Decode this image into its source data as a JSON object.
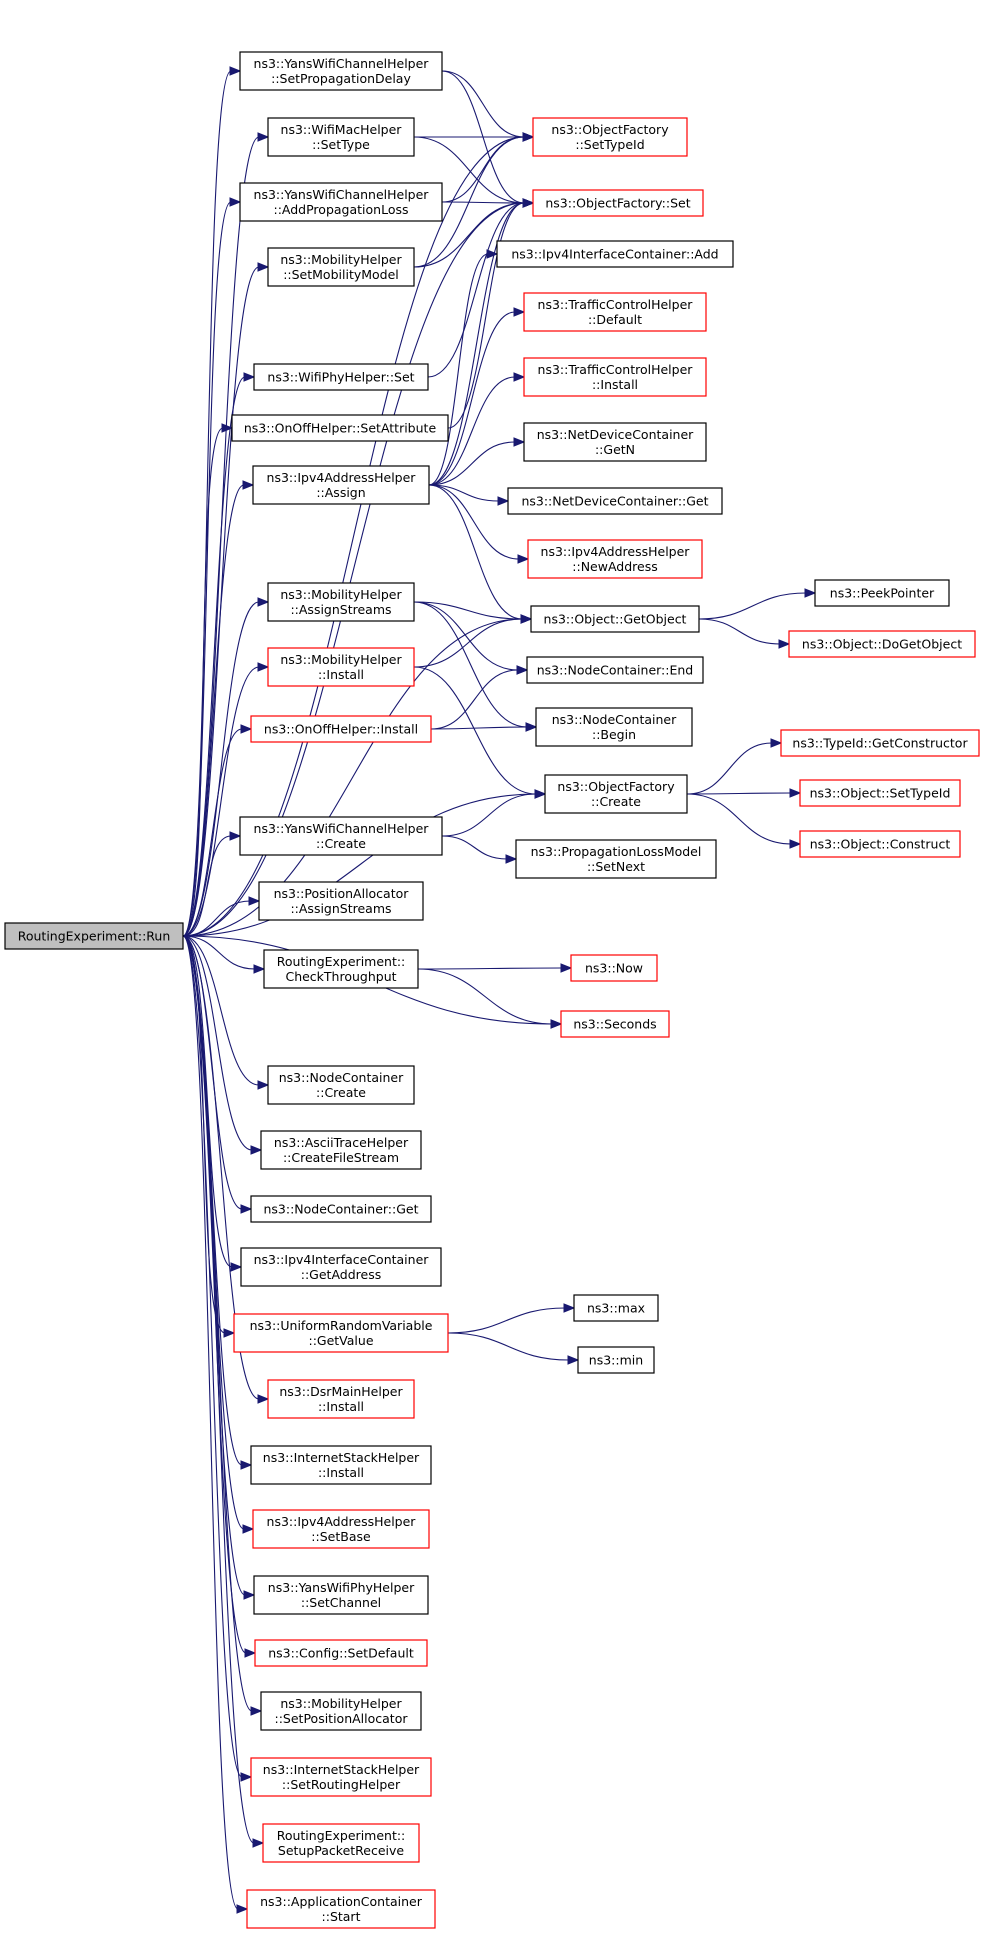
{
  "diagram": {
    "nodes": [
      {
        "id": "root",
        "lines": [
          "RoutingExperiment::Run"
        ],
        "style": "root"
      },
      {
        "id": "yans_spd",
        "lines": [
          "ns3::YansWifiChannelHelper",
          "::SetPropagationDelay"
        ],
        "style": "black"
      },
      {
        "id": "wifimac",
        "lines": [
          "ns3::WifiMacHelper",
          "::SetType"
        ],
        "style": "black"
      },
      {
        "id": "yans_apl",
        "lines": [
          "ns3::YansWifiChannelHelper",
          "::AddPropagationLoss"
        ],
        "style": "black"
      },
      {
        "id": "mob_smm",
        "lines": [
          "ns3::MobilityHelper",
          "::SetMobilityModel"
        ],
        "style": "black"
      },
      {
        "id": "wifiphy_set",
        "lines": [
          "ns3::WifiPhyHelper::Set"
        ],
        "style": "black"
      },
      {
        "id": "onoff_sa",
        "lines": [
          "ns3::OnOffHelper::SetAttribute"
        ],
        "style": "black"
      },
      {
        "id": "ipv4ah_assign",
        "lines": [
          "ns3::Ipv4AddressHelper",
          "::Assign"
        ],
        "style": "black"
      },
      {
        "id": "mob_as",
        "lines": [
          "ns3::MobilityHelper",
          "::AssignStreams"
        ],
        "style": "black"
      },
      {
        "id": "mob_install",
        "lines": [
          "ns3::MobilityHelper",
          "::Install"
        ],
        "style": "red"
      },
      {
        "id": "onoff_install",
        "lines": [
          "ns3::OnOffHelper::Install"
        ],
        "style": "red"
      },
      {
        "id": "yans_create",
        "lines": [
          "ns3::YansWifiChannelHelper",
          "::Create"
        ],
        "style": "black"
      },
      {
        "id": "posalloc",
        "lines": [
          "ns3::PositionAllocator",
          "::AssignStreams"
        ],
        "style": "black"
      },
      {
        "id": "checkthr",
        "lines": [
          "RoutingExperiment::",
          "CheckThroughput"
        ],
        "style": "black"
      },
      {
        "id": "nc_create",
        "lines": [
          "ns3::NodeContainer",
          "::Create"
        ],
        "style": "black"
      },
      {
        "id": "ascii",
        "lines": [
          "ns3::AsciiTraceHelper",
          "::CreateFileStream"
        ],
        "style": "black"
      },
      {
        "id": "nc_get",
        "lines": [
          "ns3::NodeContainer::Get"
        ],
        "style": "black"
      },
      {
        "id": "ipv4ic_ga",
        "lines": [
          "ns3::Ipv4InterfaceContainer",
          "::GetAddress"
        ],
        "style": "black"
      },
      {
        "id": "urv",
        "lines": [
          "ns3::UniformRandomVariable",
          "::GetValue"
        ],
        "style": "red"
      },
      {
        "id": "dsr",
        "lines": [
          "ns3::DsrMainHelper",
          "::Install"
        ],
        "style": "red"
      },
      {
        "id": "ish_install",
        "lines": [
          "ns3::InternetStackHelper",
          "::Install"
        ],
        "style": "black"
      },
      {
        "id": "ipv4ah_sb",
        "lines": [
          "ns3::Ipv4AddressHelper",
          "::SetBase"
        ],
        "style": "red"
      },
      {
        "id": "yansphy_sc",
        "lines": [
          "ns3::YansWifiPhyHelper",
          "::SetChannel"
        ],
        "style": "black"
      },
      {
        "id": "config_sd",
        "lines": [
          "ns3::Config::SetDefault"
        ],
        "style": "red"
      },
      {
        "id": "mob_spa",
        "lines": [
          "ns3::MobilityHelper",
          "::SetPositionAllocator"
        ],
        "style": "black"
      },
      {
        "id": "ish_srh",
        "lines": [
          "ns3::InternetStackHelper",
          "::SetRoutingHelper"
        ],
        "style": "red"
      },
      {
        "id": "setup_pr",
        "lines": [
          "RoutingExperiment::",
          "SetupPacketReceive"
        ],
        "style": "red"
      },
      {
        "id": "appc_start",
        "lines": [
          "ns3::ApplicationContainer",
          "::Start"
        ],
        "style": "red"
      },
      {
        "id": "of_settypeid",
        "lines": [
          "ns3::ObjectFactory",
          "::SetTypeId"
        ],
        "style": "red"
      },
      {
        "id": "of_set",
        "lines": [
          "ns3::ObjectFactory::Set"
        ],
        "style": "red"
      },
      {
        "id": "ipv4ic_add",
        "lines": [
          "ns3::Ipv4InterfaceContainer::Add"
        ],
        "style": "black"
      },
      {
        "id": "tch_default",
        "lines": [
          "ns3::TrafficControlHelper",
          "::Default"
        ],
        "style": "red"
      },
      {
        "id": "tch_install",
        "lines": [
          "ns3::TrafficControlHelper",
          "::Install"
        ],
        "style": "red"
      },
      {
        "id": "ndc_getn",
        "lines": [
          "ns3::NetDeviceContainer",
          "::GetN"
        ],
        "style": "black"
      },
      {
        "id": "ndc_get",
        "lines": [
          "ns3::NetDeviceContainer::Get"
        ],
        "style": "black"
      },
      {
        "id": "ipv4ah_na",
        "lines": [
          "ns3::Ipv4AddressHelper",
          "::NewAddress"
        ],
        "style": "red"
      },
      {
        "id": "obj_getobject",
        "lines": [
          "ns3::Object::GetObject"
        ],
        "style": "black"
      },
      {
        "id": "nc_end",
        "lines": [
          "ns3::NodeContainer::End"
        ],
        "style": "black"
      },
      {
        "id": "nc_begin",
        "lines": [
          "ns3::NodeContainer",
          "::Begin"
        ],
        "style": "black"
      },
      {
        "id": "of_create",
        "lines": [
          "ns3::ObjectFactory",
          "::Create"
        ],
        "style": "black"
      },
      {
        "id": "plm_setnext",
        "lines": [
          "ns3::PropagationLossModel",
          "::SetNext"
        ],
        "style": "black"
      },
      {
        "id": "now",
        "lines": [
          "ns3::Now"
        ],
        "style": "red"
      },
      {
        "id": "seconds",
        "lines": [
          "ns3::Seconds"
        ],
        "style": "red"
      },
      {
        "id": "max",
        "lines": [
          "ns3::max"
        ],
        "style": "black"
      },
      {
        "id": "min",
        "lines": [
          "ns3::min"
        ],
        "style": "black"
      },
      {
        "id": "peekpointer",
        "lines": [
          "ns3::PeekPointer"
        ],
        "style": "black"
      },
      {
        "id": "obj_dogetobject",
        "lines": [
          "ns3::Object::DoGetObject"
        ],
        "style": "red"
      },
      {
        "id": "typeid_gc",
        "lines": [
          "ns3::TypeId::GetConstructor"
        ],
        "style": "red"
      },
      {
        "id": "obj_settypeid",
        "lines": [
          "ns3::Object::SetTypeId"
        ],
        "style": "red"
      },
      {
        "id": "obj_construct",
        "lines": [
          "ns3::Object::Construct"
        ],
        "style": "red"
      }
    ],
    "edges": [
      [
        "root",
        "yans_spd"
      ],
      [
        "root",
        "wifimac"
      ],
      [
        "root",
        "yans_apl"
      ],
      [
        "root",
        "mob_smm"
      ],
      [
        "root",
        "wifiphy_set"
      ],
      [
        "root",
        "onoff_sa"
      ],
      [
        "root",
        "ipv4ah_assign"
      ],
      [
        "root",
        "mob_as"
      ],
      [
        "root",
        "mob_install"
      ],
      [
        "root",
        "onoff_install"
      ],
      [
        "root",
        "yans_create"
      ],
      [
        "root",
        "posalloc"
      ],
      [
        "root",
        "checkthr"
      ],
      [
        "root",
        "nc_create"
      ],
      [
        "root",
        "ascii"
      ],
      [
        "root",
        "nc_get"
      ],
      [
        "root",
        "ipv4ic_ga"
      ],
      [
        "root",
        "urv"
      ],
      [
        "root",
        "dsr"
      ],
      [
        "root",
        "ish_install"
      ],
      [
        "root",
        "ipv4ah_sb"
      ],
      [
        "root",
        "yansphy_sc"
      ],
      [
        "root",
        "config_sd"
      ],
      [
        "root",
        "mob_spa"
      ],
      [
        "root",
        "ish_srh"
      ],
      [
        "root",
        "setup_pr"
      ],
      [
        "root",
        "appc_start"
      ],
      [
        "root",
        "of_settypeid"
      ],
      [
        "root",
        "of_set"
      ],
      [
        "root",
        "obj_getobject"
      ],
      [
        "root",
        "of_create"
      ],
      [
        "root",
        "seconds"
      ],
      [
        "yans_spd",
        "of_settypeid"
      ],
      [
        "yans_spd",
        "of_set"
      ],
      [
        "wifimac",
        "of_settypeid"
      ],
      [
        "wifimac",
        "of_set"
      ],
      [
        "yans_apl",
        "of_settypeid"
      ],
      [
        "yans_apl",
        "of_set"
      ],
      [
        "mob_smm",
        "of_settypeid"
      ],
      [
        "mob_smm",
        "of_set"
      ],
      [
        "wifiphy_set",
        "of_set"
      ],
      [
        "onoff_sa",
        "of_set"
      ],
      [
        "ipv4ah_assign",
        "of_set"
      ],
      [
        "ipv4ah_assign",
        "ipv4ic_add"
      ],
      [
        "ipv4ah_assign",
        "tch_default"
      ],
      [
        "ipv4ah_assign",
        "tch_install"
      ],
      [
        "ipv4ah_assign",
        "ndc_getn"
      ],
      [
        "ipv4ah_assign",
        "ndc_get"
      ],
      [
        "ipv4ah_assign",
        "ipv4ah_na"
      ],
      [
        "ipv4ah_assign",
        "obj_getobject"
      ],
      [
        "mob_as",
        "obj_getobject"
      ],
      [
        "mob_as",
        "nc_end"
      ],
      [
        "mob_as",
        "nc_begin"
      ],
      [
        "mob_install",
        "obj_getobject"
      ],
      [
        "mob_install",
        "of_create"
      ],
      [
        "onoff_install",
        "nc_end"
      ],
      [
        "onoff_install",
        "nc_begin"
      ],
      [
        "yans_create",
        "of_create"
      ],
      [
        "yans_create",
        "plm_setnext"
      ],
      [
        "checkthr",
        "now"
      ],
      [
        "checkthr",
        "seconds"
      ],
      [
        "urv",
        "max"
      ],
      [
        "urv",
        "min"
      ],
      [
        "obj_getobject",
        "peekpointer"
      ],
      [
        "obj_getobject",
        "obj_dogetobject"
      ],
      [
        "of_create",
        "typeid_gc"
      ],
      [
        "of_create",
        "obj_settypeid"
      ],
      [
        "of_create",
        "obj_construct"
      ]
    ]
  }
}
